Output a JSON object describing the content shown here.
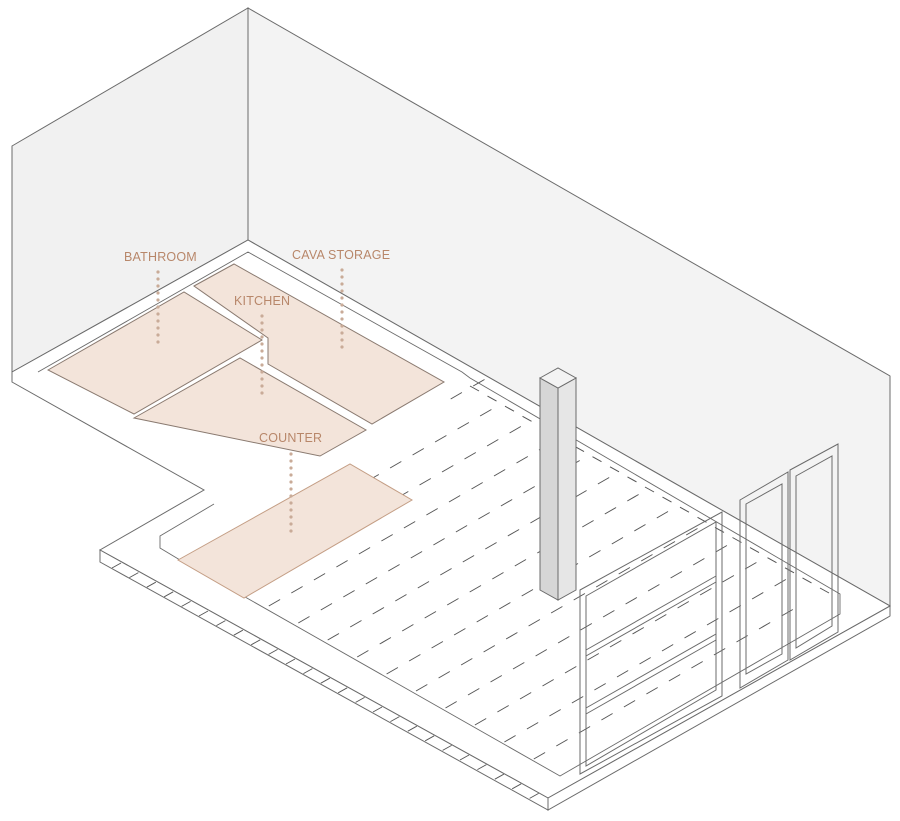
{
  "labels": {
    "bathroom": "BATHROOM",
    "cava_storage": "CAVA STORAGE",
    "kitchen": "KITCHEN",
    "counter": "COUNTER"
  },
  "colors": {
    "label_text": "#b8876a",
    "leader_dots": "#c9ab98",
    "zone_fill": "#f3e4da",
    "zone_stroke": "#c49e85",
    "wall_fill": "#f1f1f1",
    "outline": "#6b6b6b",
    "column_fill": "#e2e2e2"
  }
}
